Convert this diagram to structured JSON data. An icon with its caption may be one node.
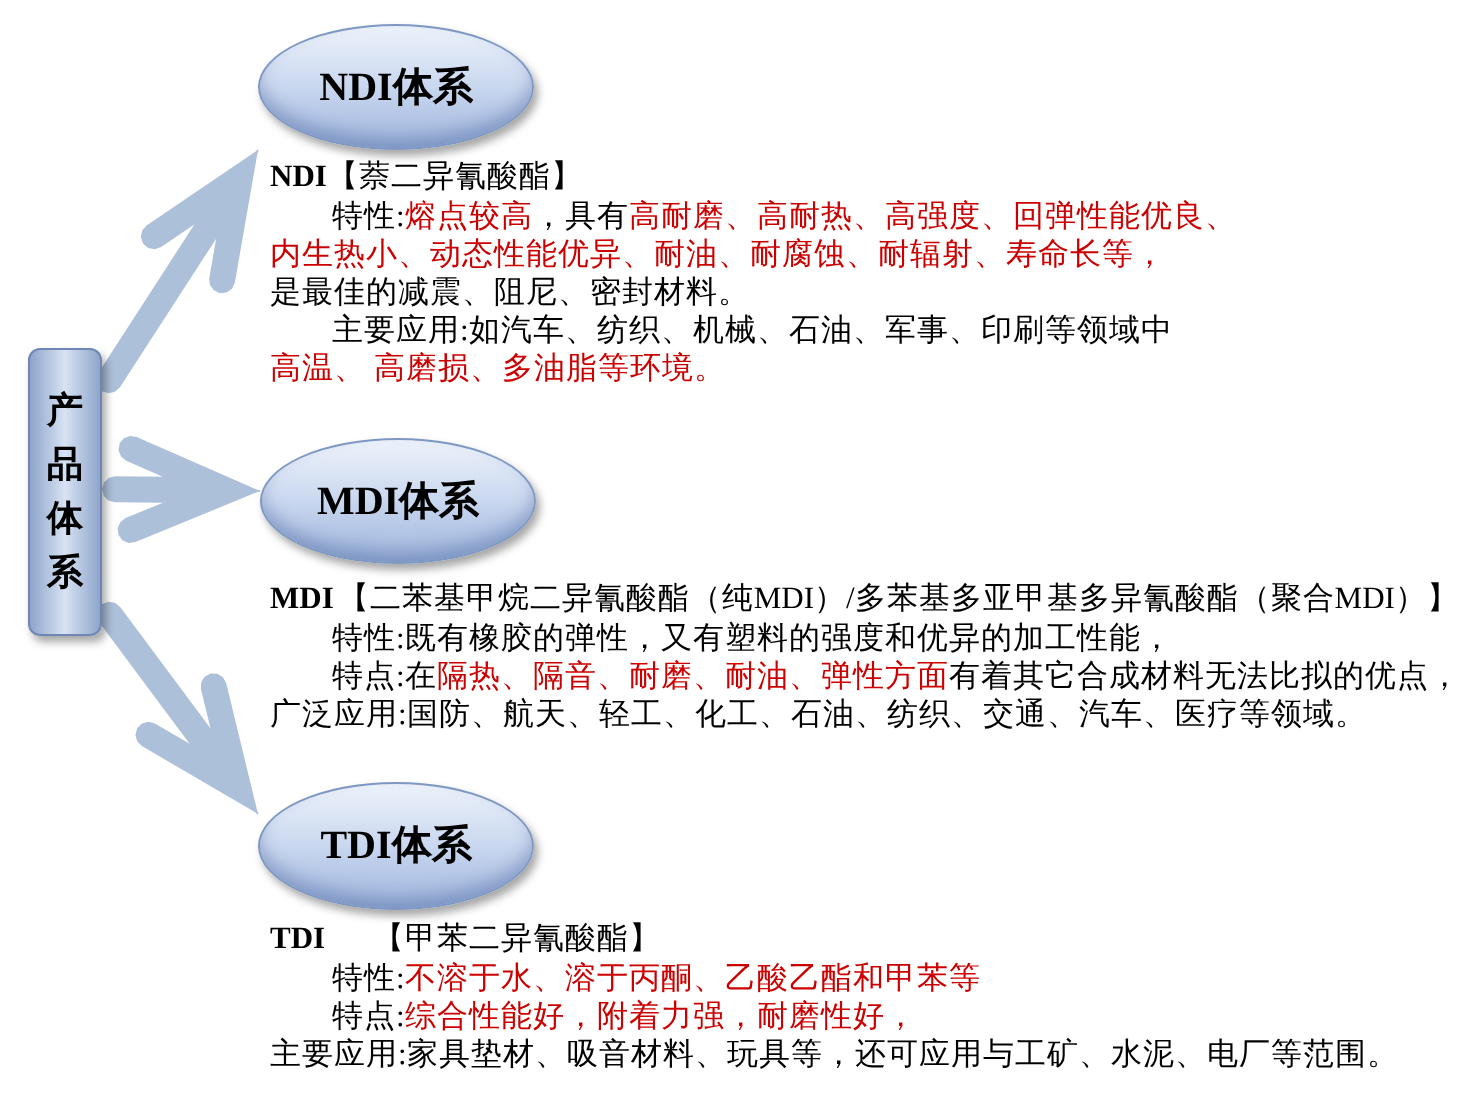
{
  "diagram": {
    "nodes": [
      {
        "text": [
          "产品体系"
        ]
      },
      {
        "text": [
          "NDI体系"
        ],
        "beside": [
          "NDI",
          "【萘二异氰酸酯】",
          "特性:**熔点较高**，具有**高耐磨、高耐热、高强度、回弹性能优良、内生热小、动态性能优异、耐油、耐腐蚀、耐辐射、寿命长等，**",
          "是最佳的减震、阻尼、密封材料。",
          "主要应用:如汽车、纺织、机械、石油、军事、印刷等领域中**高温、 高磨损、多油脂等环境。**"
        ]
      },
      {
        "text": [
          "MDI体系"
        ],
        "beside": [
          "MDI",
          "【二苯基甲烷二异氰酸酯（纯MDI）/多苯基多亚甲基多异氰酸酯（聚合MDI）】",
          "特性:既有橡胶的弹性，又有塑料的强度和优异的加工性能，",
          "特点:在**隔热、隔音、耐磨、耐油、弹性方面**有着其它合成材料无法比拟的优点，",
          "广泛应用:国防、航天、轻工、化工、石油、纺织、交通、汽车、医疗等领域。"
        ]
      },
      {
        "text": [
          "TDI体系"
        ],
        "beside": [
          "TDI",
          "【甲苯二异氰酸酯】",
          "特性:**不溶于水、溶于丙酮、乙酸乙酯和甲苯等**",
          "特点:**综合性能好，附着力强，耐磨性好，**",
          "主要应用:家具垫材、吸音材料、玩具等，还可应用与工矿、水泥、电厂等范围。"
        ]
      }
    ],
    "edges": [
      {
        "from": 0,
        "to": 1,
        "arrow": "to"
      },
      {
        "from": 0,
        "to": 2,
        "arrow": "to"
      },
      {
        "from": 0,
        "to": 3,
        "arrow": "to"
      }
    ]
  }
}
